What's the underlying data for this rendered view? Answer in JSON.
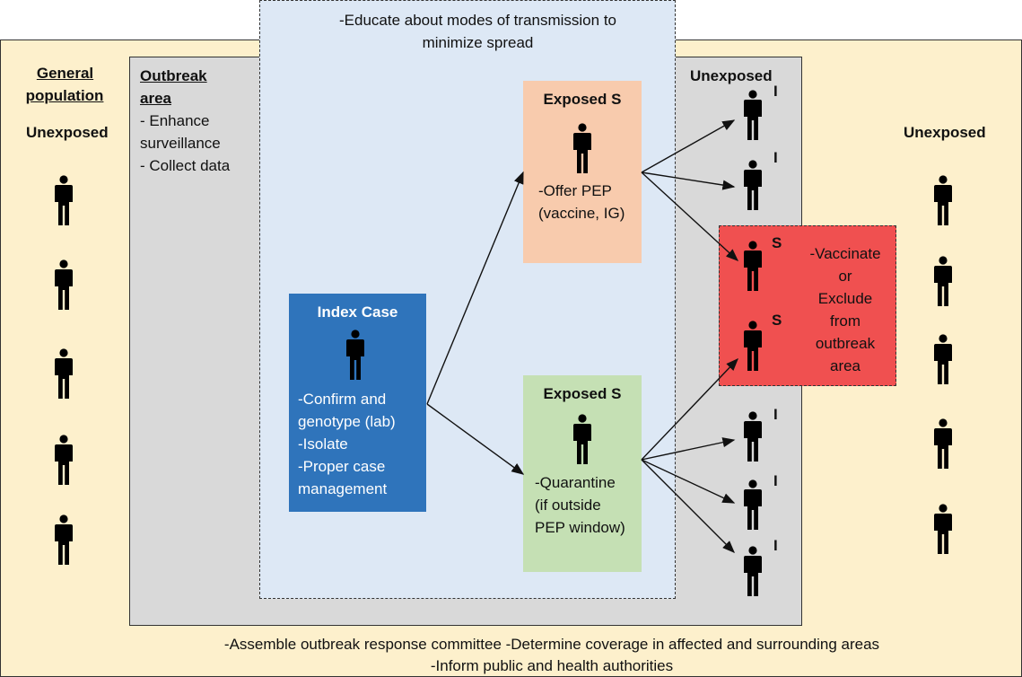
{
  "general": {
    "title_line1": "General",
    "title_line2": "population",
    "unexposed_left": "Unexposed",
    "unexposed_right": "Unexposed",
    "bottom_line1": "-Assemble outbreak response committee  -Determine coverage in affected and surrounding areas",
    "bottom_line2": "-Inform public and health authorities"
  },
  "outbreak": {
    "title_line1": "Outbreak",
    "title_line2": "area",
    "action1": "- Enhance",
    "action1b": "surveillance",
    "action2": "- Collect data",
    "unexposed": "Unexposed"
  },
  "educate": {
    "line1": "-Educate about modes of transmission to",
    "line2": "minimize spread"
  },
  "index_case": {
    "title": "Index Case",
    "l1": "-Confirm and",
    "l2": "genotype (lab)",
    "l3": "-Isolate",
    "l4": "-Proper case",
    "l5": "management"
  },
  "exposed_pep": {
    "title": "Exposed S",
    "l1": "-Offer PEP",
    "l2": "(vaccine, IG)"
  },
  "exposed_quarantine": {
    "title": "Exposed S",
    "l1": "-Quarantine",
    "l2": "(if outside",
    "l3": "PEP window)"
  },
  "susceptible_box": {
    "l1": "-Vaccinate",
    "l2": "or",
    "l3": "Exclude",
    "l4": "from",
    "l5": "outbreak",
    "l6": "area"
  },
  "labels": {
    "infected": "I",
    "susceptible": "S"
  },
  "colors": {
    "general_bg": "#fdf0cc",
    "outbreak_bg": "#d9d9d9",
    "educate_bg": "#dde8f5",
    "index_bg": "#2f74bb",
    "pep_bg": "#f8cbad",
    "quarantine_bg": "#c5e0b4",
    "susceptible_bg": "#f05050"
  }
}
